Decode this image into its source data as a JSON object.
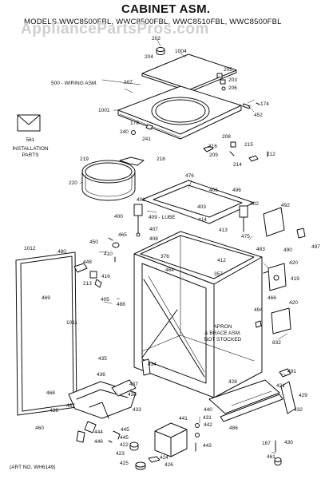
{
  "header": {
    "title": "CABINET ASM.",
    "models": "MODELS WWC8500FBL, WWC8500FBL, WWC8510FBL, WWC8500FBL",
    "watermark": "AppliancePartsPros.com"
  },
  "labels": {
    "wiring": "500 - WIRING ASM.",
    "install_num": "561",
    "install_l1": "INSTALLATION",
    "install_l2": "PARTS",
    "lube": "409 - LUBE",
    "apron_l1": "APRON",
    "apron_l2": "& BRACE ASM.",
    "apron_l3": "NOT STOCKED",
    "art_no": "(ART NO. WH6149)"
  },
  "parts": [
    "202",
    "204",
    "1004",
    "205",
    "203",
    "206",
    "207",
    "1001",
    "452",
    "174",
    "178",
    "240",
    "241",
    "208",
    "216",
    "209",
    "215",
    "214",
    "212",
    "219",
    "218",
    "220",
    "476",
    "406",
    "496",
    "401",
    "402",
    "400",
    "403",
    "414",
    "407",
    "408",
    "465",
    "410",
    "450",
    "413",
    "475",
    "492",
    "1012",
    "480",
    "376",
    "412",
    "483",
    "490",
    "497",
    "448",
    "416",
    "213",
    "464",
    "357",
    "420",
    "419",
    "469",
    "405",
    "488",
    "466",
    "494",
    "420",
    "1011",
    "832",
    "435",
    "434",
    "436",
    "491",
    "437",
    "421",
    "428",
    "468",
    "438",
    "433",
    "467",
    "439",
    "440",
    "431",
    "432",
    "429",
    "441",
    "442",
    "486",
    "443",
    "444",
    "445",
    "446",
    "422",
    "423",
    "430",
    "425",
    "424",
    "426",
    "167",
    "460",
    "461",
    "445"
  ]
}
